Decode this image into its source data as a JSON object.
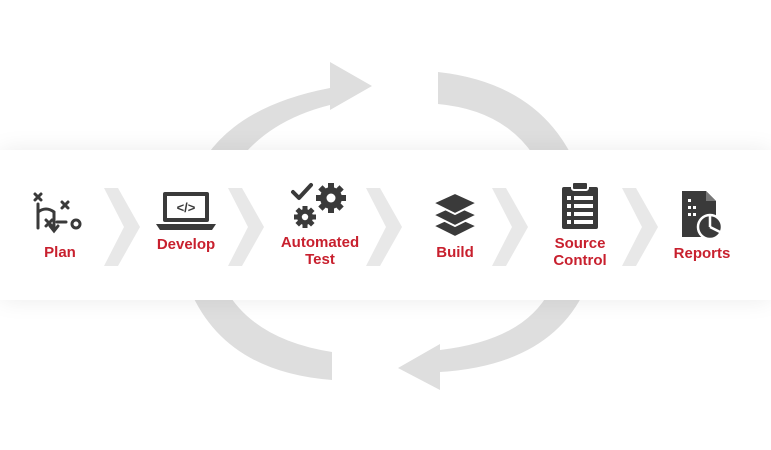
{
  "colors": {
    "accent": "#c8202e",
    "icon": "#3a3a3a",
    "cycle_arrow": "#dedede",
    "chevron": "#e8e8e8"
  },
  "steps": [
    {
      "label": "Plan",
      "icon": "plan-icon"
    },
    {
      "label": "Develop",
      "icon": "laptop-code-icon"
    },
    {
      "label": "Automated\nTest",
      "icon": "gears-check-icon"
    },
    {
      "label": "Build",
      "icon": "layers-icon"
    },
    {
      "label": "Source\nControl",
      "icon": "clipboard-list-icon"
    },
    {
      "label": "Reports",
      "icon": "report-chart-icon"
    }
  ]
}
